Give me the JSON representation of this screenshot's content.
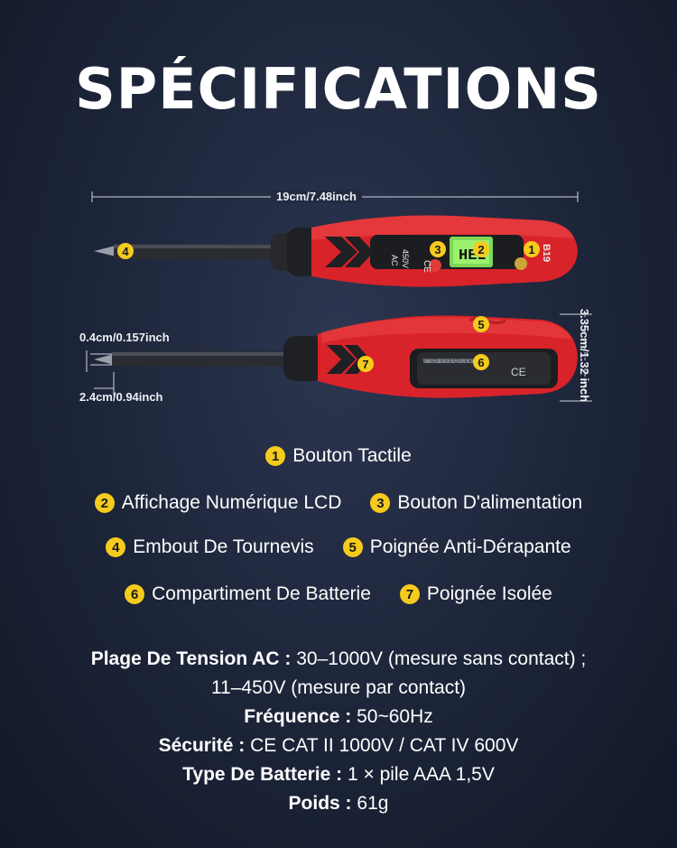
{
  "title": "SPÉCIFICATIONS",
  "dimensions": {
    "length": "19cm/7.48inch",
    "tip_width": "0.4cm/0.157inch",
    "tip_length": "2.4cm/0.94inch",
    "height": "3.35cm/1.32 inch"
  },
  "device_labels": {
    "model": "B19",
    "ac": "AC",
    "voltage": "450V",
    "lcd": "HEL",
    "ce": "CE",
    "warning": "TO AVOID ELEC SHOCK DO NOT OPERATE WITHOUT BATTERY COVER"
  },
  "colors": {
    "accent_yellow": "#f5cb1d",
    "body_red": "#d8232a",
    "lcd_green": "#7ed957"
  },
  "legend": [
    {
      "num": "1",
      "label": "Bouton Tactile"
    },
    {
      "num": "2",
      "label": "Affichage Numérique LCD"
    },
    {
      "num": "3",
      "label": "Bouton D'alimentation"
    },
    {
      "num": "4",
      "label": "Embout De Tournevis"
    },
    {
      "num": "5",
      "label": "Poignée Anti-Dérapante"
    },
    {
      "num": "6",
      "label": "Compartiment De Batterie"
    },
    {
      "num": "7",
      "label": "Poignée Isolée"
    }
  ],
  "specs": {
    "voltage_label": "Plage De Tension AC :",
    "voltage_value_1": " 30–1000V (mesure sans contact) ;",
    "voltage_value_2": "11–450V (mesure par contact)",
    "frequency_label": "Fréquence :",
    "frequency_value": " 50~60Hz",
    "safety_label": "Sécurité :",
    "safety_value": " CE CAT II 1000V / CAT IV 600V",
    "battery_label": "Type De Batterie :",
    "battery_value": " 1 × pile AAA 1,5V",
    "weight_label": "Poids :",
    "weight_value": " 61g"
  }
}
